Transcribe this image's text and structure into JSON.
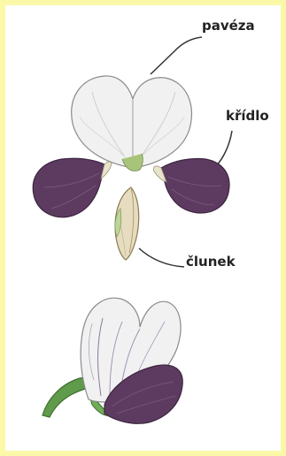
{
  "labels": {
    "standard": "pavéza",
    "wing": "křídlo",
    "keel": "člunek"
  },
  "colors": {
    "background": "#ffffff",
    "border": "#fbf8a8",
    "petal_white": "#f1f1f1",
    "petal_purple": "#5d3b60",
    "stem_green": "#5f9b4a",
    "label_text": "#222222"
  }
}
